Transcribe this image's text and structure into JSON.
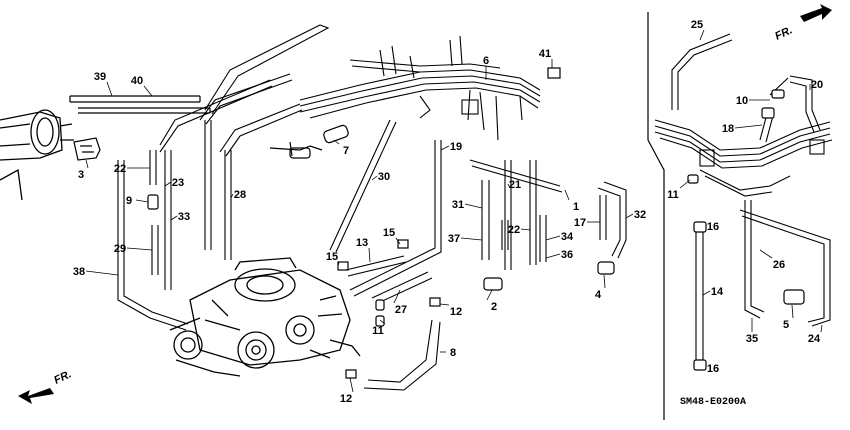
{
  "diagram": {
    "callouts": [
      "1",
      "2",
      "3",
      "4",
      "5",
      "7",
      "8",
      "9",
      "10",
      "11",
      "11",
      "12",
      "12",
      "13",
      "14",
      "15",
      "15",
      "16",
      "16",
      "17",
      "18",
      "19",
      "20",
      "21",
      "22",
      "22",
      "23",
      "24",
      "25",
      "26",
      "27",
      "28",
      "29",
      "30",
      "31",
      "32",
      "33",
      "34",
      "35",
      "36",
      "37",
      "38",
      "39",
      "40",
      "41",
      "6"
    ],
    "direction_top": "FR.",
    "direction_bottom": "FR.",
    "reference_code": "SM48-E0200",
    "reference_suffix": "A"
  }
}
